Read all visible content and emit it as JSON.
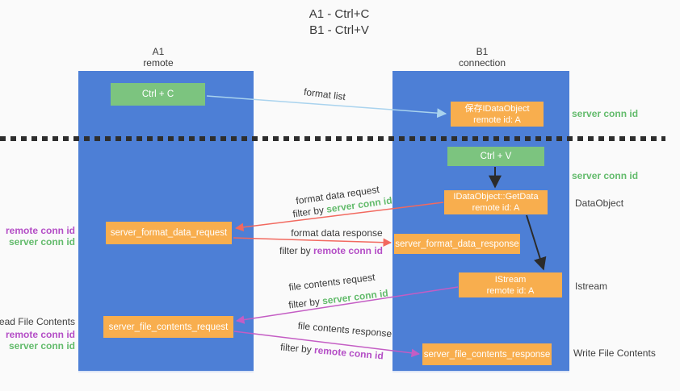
{
  "title": {
    "line1": "A1 - Ctrl+C",
    "line2": "B1 - Ctrl+V"
  },
  "lanes": {
    "left": {
      "name": "A1",
      "role": "remote"
    },
    "right": {
      "name": "B1",
      "role": "connection"
    }
  },
  "nodes": {
    "ctrl_c": {
      "label": "Ctrl + C"
    },
    "ctrl_v": {
      "label": "Ctrl + V"
    },
    "save_idataobject": {
      "line1": "保存IDataObject",
      "line2": "remote id: A"
    },
    "getdata": {
      "line1": "IDataObject::GetData",
      "line2": "remote id: A"
    },
    "istream": {
      "line1": "IStream",
      "line2": "remote id: A"
    },
    "format_request": {
      "label": "server_format_data_request"
    },
    "format_response": {
      "label": "server_format_data_response"
    },
    "file_request": {
      "label": "server_file_contents_request"
    },
    "file_response": {
      "label": "server_file_contents_response"
    }
  },
  "side_labels": {
    "right_server_conn_id_top": "server conn id",
    "right_server_conn_id_mid": "server conn id",
    "right_dataobject": "DataObject",
    "right_istream": "Istream",
    "right_write_file_contents": "Write File Contents",
    "left_remote_conn_id_top": "remote conn id",
    "left_server_conn_id_top": "server conn id",
    "left_read_file_contents": "Read File Contents",
    "left_remote_conn_id_bottom": "remote conn id",
    "left_server_conn_id_bottom": "server conn id"
  },
  "edge_labels": {
    "format_list": "format list",
    "format_data_request": "format data request",
    "format_data_response": "format data response",
    "file_contents_request": "file contents request",
    "file_contents_response": "file contents response",
    "filter_by_prefix": "filter by ",
    "server_conn_id": "server conn id",
    "remote_conn_id": "remote conn id"
  },
  "colors": {
    "lane_blue": "#4d7fd6",
    "node_green": "#7cc47f",
    "node_orange": "#f8ae4e",
    "server_conn_green": "#63bb6c",
    "remote_conn_purple": "#b44ec6",
    "arrow_red": "#f2695f",
    "arrow_magenta": "#c45dc4",
    "arrow_lightblue": "#a9d3ee",
    "arrow_black": "#2b2b2b",
    "text_gray": "#3f3f3f",
    "background": "#fafafa"
  }
}
